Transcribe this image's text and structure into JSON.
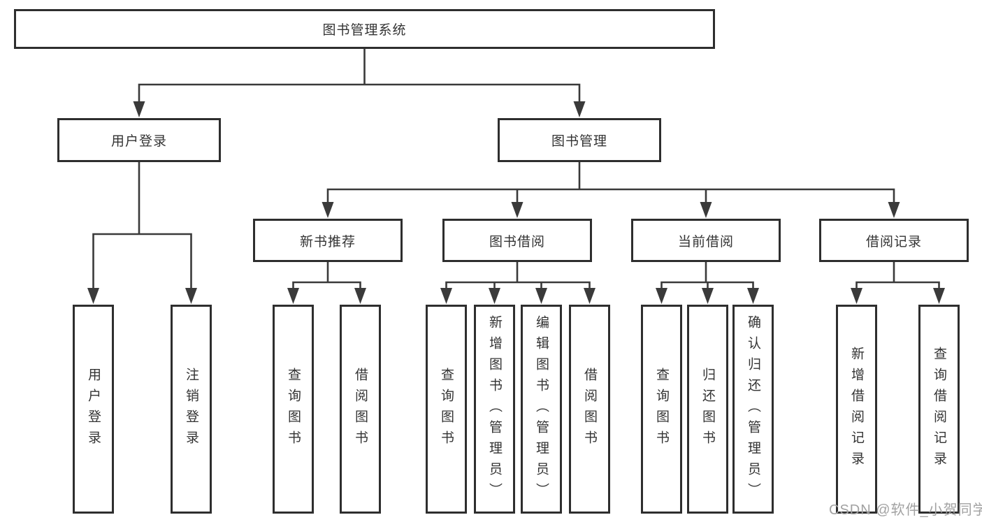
{
  "tree": {
    "root": {
      "label": "图书管理系统"
    },
    "children": [
      {
        "label": "用户登录",
        "children": [
          {
            "label": "用户登录"
          },
          {
            "label": "注销登录"
          }
        ]
      },
      {
        "label": "图书管理",
        "children": [
          {
            "label": "新书推荐",
            "children": [
              {
                "label": "查询图书"
              },
              {
                "label": "借阅图书"
              }
            ]
          },
          {
            "label": "图书借阅",
            "children": [
              {
                "label": "查询图书"
              },
              {
                "label": "新增图书（管理员）"
              },
              {
                "label": "编辑图书（管理员）"
              },
              {
                "label": "借阅图书"
              }
            ]
          },
          {
            "label": "当前借阅",
            "children": [
              {
                "label": "查询图书"
              },
              {
                "label": "归还图书"
              },
              {
                "label": "确认归还（管理员）"
              }
            ]
          },
          {
            "label": "借阅记录",
            "children": [
              {
                "label": "新增借阅记录"
              },
              {
                "label": "查询借阅记录"
              }
            ]
          }
        ]
      }
    ]
  },
  "watermark": {
    "text": "CSDN @软件_小贺同学"
  },
  "colors": {
    "line": "#3a3a3a",
    "box_border": "#2e2e2e",
    "text": "#333333",
    "watermark": "#a2a2a2",
    "background": "#ffffff"
  }
}
